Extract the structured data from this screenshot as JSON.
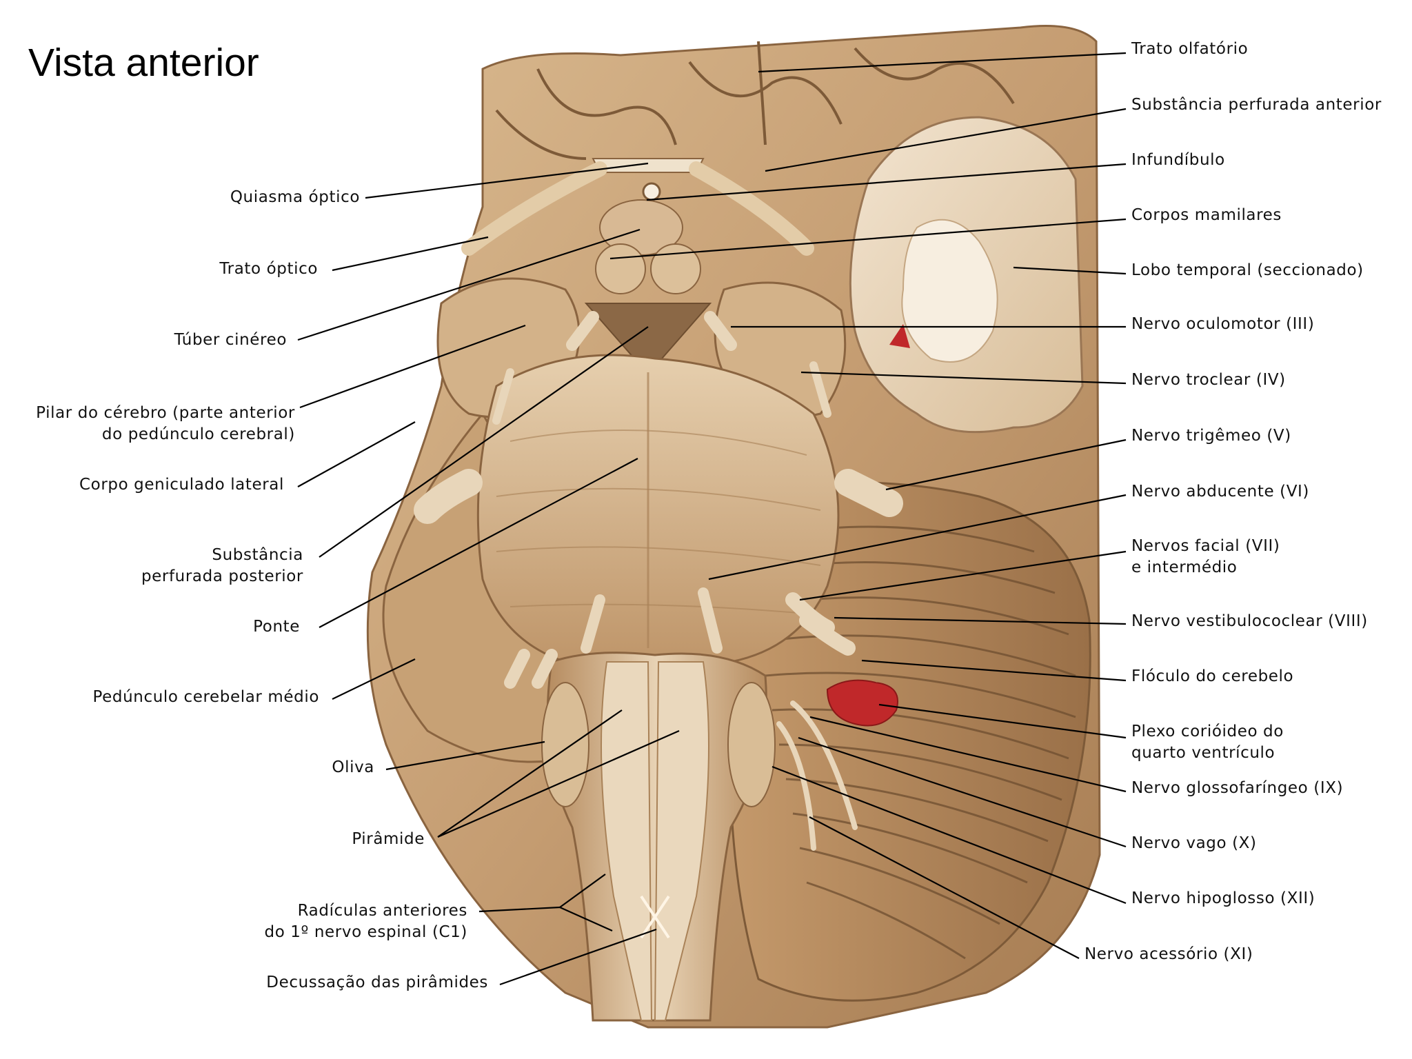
{
  "title": "Vista anterior",
  "labels": {
    "trato_olfatorio": [
      "Trato olfatório"
    ],
    "substancia_perfurada_anterior": [
      "Substância perfurada anterior"
    ],
    "infundibulo": [
      "Infundíbulo"
    ],
    "corpos_mamilares": [
      "Corpos mamilares"
    ],
    "lobo_temporal": [
      "Lobo temporal (seccionado)"
    ],
    "nervo_oculomotor": [
      "Nervo oculomotor (III)"
    ],
    "nervo_troclear": [
      "Nervo troclear (IV)"
    ],
    "nervo_trigemeo": [
      "Nervo trigêmeo (V)"
    ],
    "nervo_abducente": [
      "Nervo abducente (VI)"
    ],
    "nervos_facial": [
      "Nervos facial (VII)",
      "e intermédio"
    ],
    "nervo_vestibulococlear": [
      "Nervo vestibulococlear (VIII)"
    ],
    "floculo": [
      "Flóculo do cerebelo"
    ],
    "plexo_corioideo": [
      "Plexo corióideo do",
      "quarto ventrículo"
    ],
    "nervo_glossofaringeo": [
      "Nervo glossofaríngeo (IX)"
    ],
    "nervo_vago": [
      "Nervo vago (X)"
    ],
    "nervo_hipoglosso": [
      "Nervo hipoglosso (XII)"
    ],
    "nervo_acessorio": [
      "Nervo acessório (XI)"
    ],
    "quiasma_optico": [
      "Quiasma óptico"
    ],
    "trato_optico": [
      "Trato óptico"
    ],
    "tuber_cinereo": [
      "Túber cinéreo"
    ],
    "pilar_cerebro": [
      "Pilar do cérebro (parte anterior",
      "do pedúnculo cerebral)"
    ],
    "corpo_geniculado": [
      "Corpo geniculado lateral"
    ],
    "substancia_perfurada_posterior": [
      "Substância",
      "perfurada posterior"
    ],
    "ponte": [
      "Ponte"
    ],
    "pedunculo_cerebelar_medio": [
      "Pedúnculo cerebelar médio"
    ],
    "oliva": [
      "Oliva"
    ],
    "piramide": [
      "Pirâmide"
    ],
    "radiculas": [
      "Radículas anteriores",
      "do 1º nervo espinal (C1)"
    ],
    "decussacao": [
      "Decussação das pirâmides"
    ]
  },
  "colors": {
    "tissue_base": "#c9a37a",
    "tissue_light": "#e8d2b4",
    "tissue_dark": "#8a6440",
    "plexus_red": "#c0282a",
    "leader_line": "#000000"
  }
}
